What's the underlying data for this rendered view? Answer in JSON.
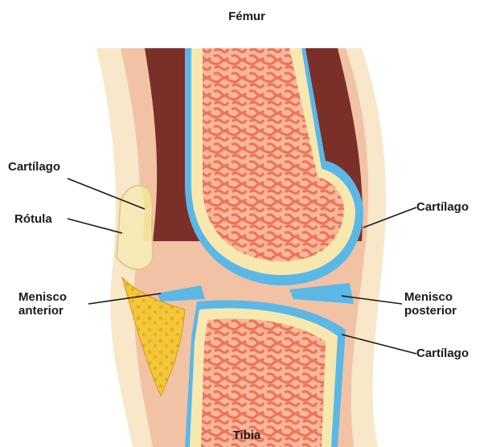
{
  "labels": {
    "femur": "Fémur",
    "tibia": "Tibia",
    "cartilago_left": "Cartílago",
    "rotula": "Rótula",
    "cartilago_right_upper": "Cartílago",
    "menisco_anterior_line1": "Menisco",
    "menisco_anterior_line2": "anterior",
    "menisco_posterior_line1": "Menisco",
    "menisco_posterior_line2": "posterior",
    "cartilago_right_lower": "Cartílago"
  },
  "colors": {
    "bone_marrow": "#f07a5a",
    "bone_cortex": "#f6e3a8",
    "cartilage": "#5bb8e6",
    "fat_pad": "#f2c23a",
    "synovial": "#6b2a25",
    "soft_tissue": "#f4c9b0",
    "skin": "#f7e6c8"
  }
}
